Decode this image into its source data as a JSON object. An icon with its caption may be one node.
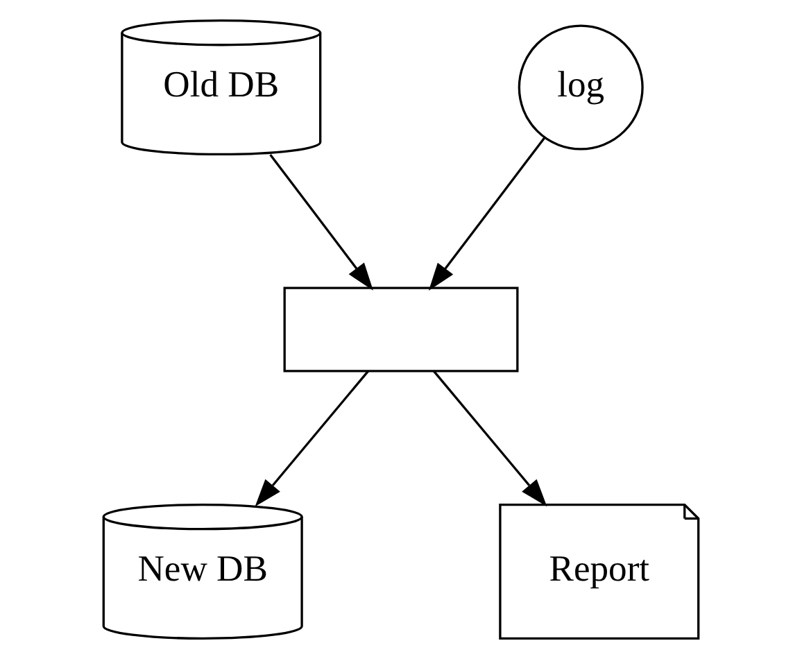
{
  "diagram": {
    "nodes": [
      {
        "text": [
          "Old DB"
        ]
      },
      {
        "text": [
          "log"
        ]
      },
      {
        "text": [],
        "shape": "box"
      },
      {
        "text": [
          "New DB"
        ]
      },
      {
        "text": [
          "Report"
        ]
      }
    ],
    "edges": [
      {
        "from": 0,
        "to": 2,
        "arrow": "to"
      },
      {
        "from": 1,
        "to": 2,
        "arrow": "to"
      },
      {
        "from": 2,
        "to": 3,
        "arrow": "to"
      },
      {
        "from": 2,
        "to": 4,
        "arrow": "to"
      }
    ]
  }
}
